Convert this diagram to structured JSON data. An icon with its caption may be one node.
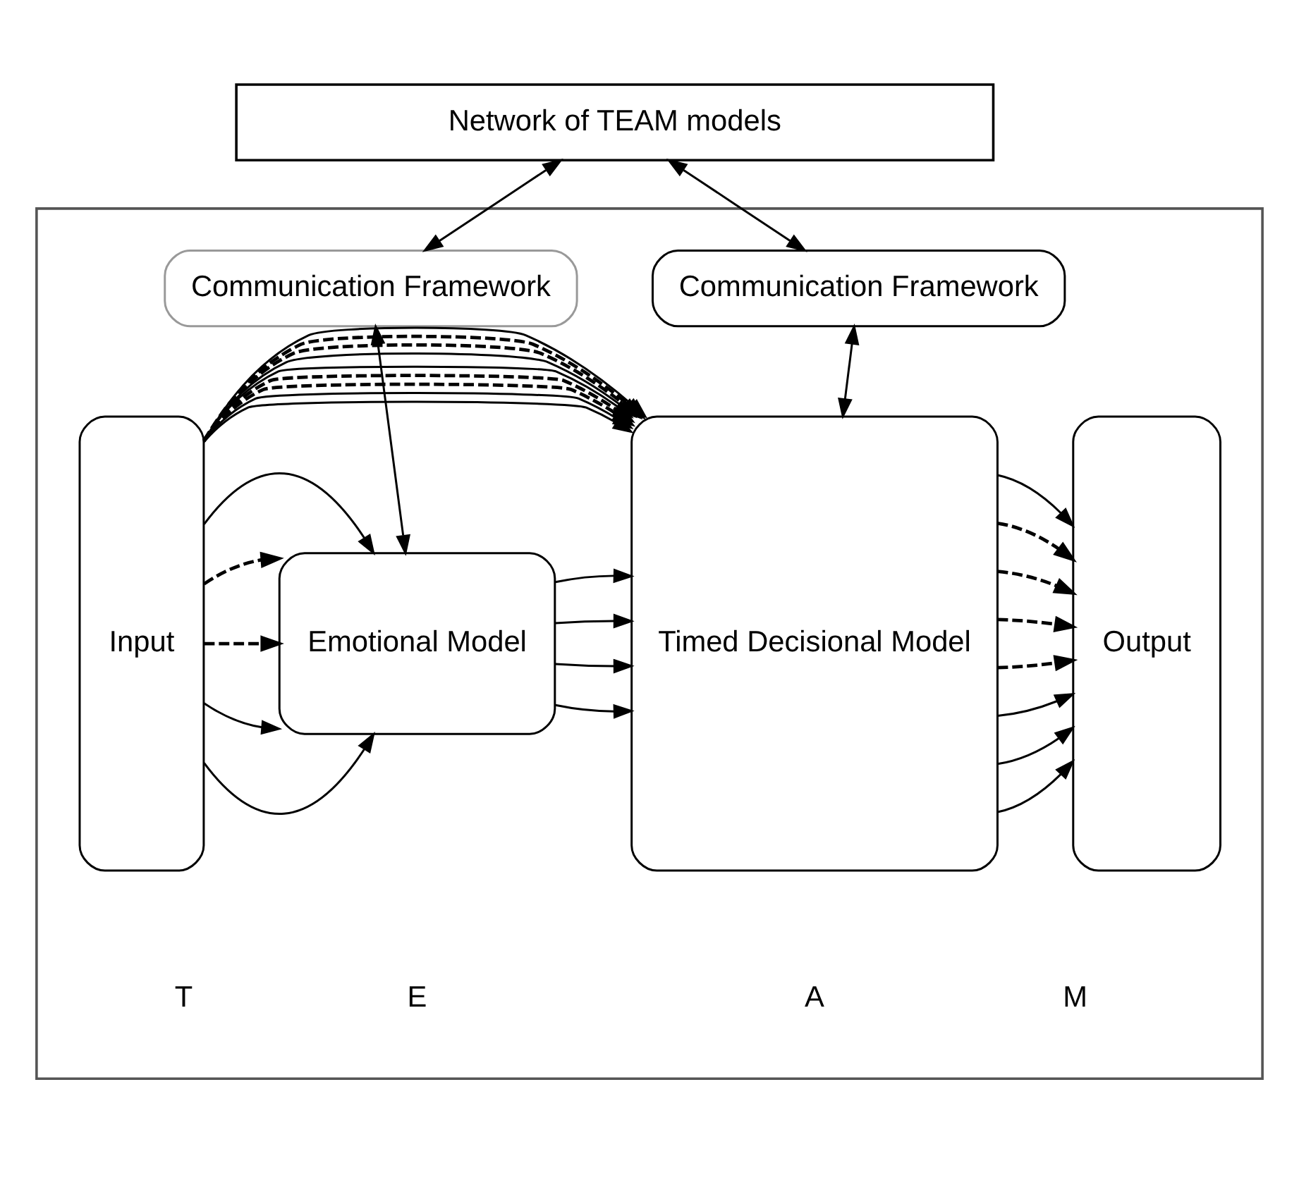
{
  "diagram": {
    "nodes": [
      {
        "text": [
          "Network of TEAM models"
        ]
      },
      {
        "text": [],
        "shape": "box"
      },
      {
        "text": [
          "Communication Framework"
        ],
        "in": 1
      },
      {
        "text": [
          "Communication Framework"
        ],
        "in": 1
      },
      {
        "text": [
          "Input"
        ],
        "in": 1
      },
      {
        "text": [
          "Emotional Model"
        ],
        "in": 1
      },
      {
        "text": [
          "Timed Decisional Model"
        ],
        "in": 1
      },
      {
        "text": [
          "Output"
        ],
        "in": 1
      }
    ],
    "edges": [
      {
        "from": 0,
        "to": 2,
        "arrow": "both"
      },
      {
        "from": 0,
        "to": 3,
        "arrow": "both"
      },
      {
        "from": 2,
        "to": 5,
        "arrow": "both"
      },
      {
        "from": 3,
        "to": 6,
        "arrow": "both"
      },
      {
        "from": 4,
        "to": 5,
        "arrow": "to"
      },
      {
        "from": 4,
        "to": 5,
        "arrow": "to"
      },
      {
        "from": 4,
        "to": 5,
        "arrow": "to",
        "style": "dashed"
      },
      {
        "from": 4,
        "to": 5,
        "arrow": "to",
        "style": "dashed"
      },
      {
        "from": 4,
        "to": 5,
        "arrow": "to"
      },
      {
        "from": 4,
        "to": 6,
        "arrow": "to"
      },
      {
        "from": 4,
        "to": 6,
        "arrow": "to"
      },
      {
        "from": 4,
        "to": 6,
        "arrow": "to",
        "style": "dashed"
      },
      {
        "from": 4,
        "to": 6,
        "arrow": "to",
        "style": "dashed"
      },
      {
        "from": 4,
        "to": 6,
        "arrow": "to"
      },
      {
        "from": 4,
        "to": 6,
        "arrow": "to"
      },
      {
        "from": 4,
        "to": 6,
        "arrow": "to",
        "style": "dashed"
      },
      {
        "from": 4,
        "to": 6,
        "arrow": "to",
        "style": "dashed"
      },
      {
        "from": 4,
        "to": 6,
        "arrow": "to"
      },
      {
        "from": 5,
        "to": 6,
        "arrow": "to"
      },
      {
        "from": 5,
        "to": 6,
        "arrow": "to"
      },
      {
        "from": 5,
        "to": 6,
        "arrow": "to"
      },
      {
        "from": 5,
        "to": 6,
        "arrow": "to"
      },
      {
        "from": 6,
        "to": 7,
        "arrow": "to"
      },
      {
        "from": 6,
        "to": 7,
        "arrow": "to"
      },
      {
        "from": 6,
        "to": 7,
        "arrow": "to"
      },
      {
        "from": 6,
        "to": 7,
        "arrow": "to",
        "style": "dashed"
      },
      {
        "from": 6,
        "to": 7,
        "arrow": "to",
        "style": "dashed"
      },
      {
        "from": 6,
        "to": 7,
        "arrow": "to",
        "style": "dashed"
      },
      {
        "from": 6,
        "to": 7,
        "arrow": "to",
        "style": "dashed"
      },
      {
        "from": 6,
        "to": 7,
        "arrow": "to"
      }
    ],
    "labels": [
      "T",
      "E",
      "A",
      "M"
    ]
  }
}
